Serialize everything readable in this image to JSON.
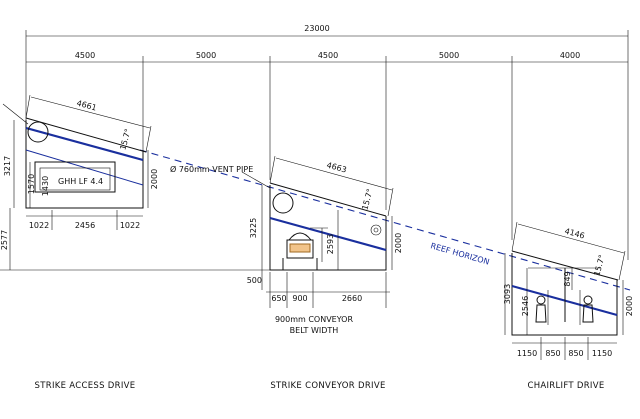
{
  "colors": {
    "line": "#111111",
    "blue": "#1a2f9e",
    "background": "#ffffff"
  },
  "top_dims": {
    "total": "23000",
    "seg1": "4500",
    "seg2": "5000",
    "seg3": "4500",
    "seg4": "5000",
    "seg5": "4000"
  },
  "access_drive": {
    "caption": "STRIKE ACCESS DRIVE",
    "slope_len": "4661",
    "angle": "15.7°",
    "height_total": "3217",
    "height_right": "2000",
    "lower_height": "2577",
    "box_h1": "1570",
    "box_h2": "1430",
    "box_label": "GHH LF 4.4",
    "bottom_left": "1022",
    "bottom_mid": "2456",
    "bottom_right": "1022"
  },
  "conveyor_drive": {
    "caption": "STRIKE CONVEYOR DRIVE",
    "slope_len": "4663",
    "angle": "15.7°",
    "height_left": "3225",
    "height_inner": "2593",
    "height_right": "2000",
    "left_offset": "500",
    "bottom_a": "650",
    "bottom_b": "900",
    "bottom_c": "2660",
    "conveyor_note_1": "900mm CONVEYOR",
    "conveyor_note_2": "BELT WIDTH"
  },
  "chairlift_drive": {
    "caption": "CHAIRLIFT DRIVE",
    "slope_len": "4146",
    "angle": "15.7°",
    "height_left": "3093",
    "height_inner_left": "2546",
    "height_inner_right": "849",
    "height_right": "2000",
    "bottom_a": "1150",
    "bottom_b": "850",
    "bottom_c": "850",
    "bottom_d": "1150"
  },
  "vent_pipe_label": "Ø 760mm VENT PIPE",
  "reef_horizon_label": "REEF HORIZON"
}
